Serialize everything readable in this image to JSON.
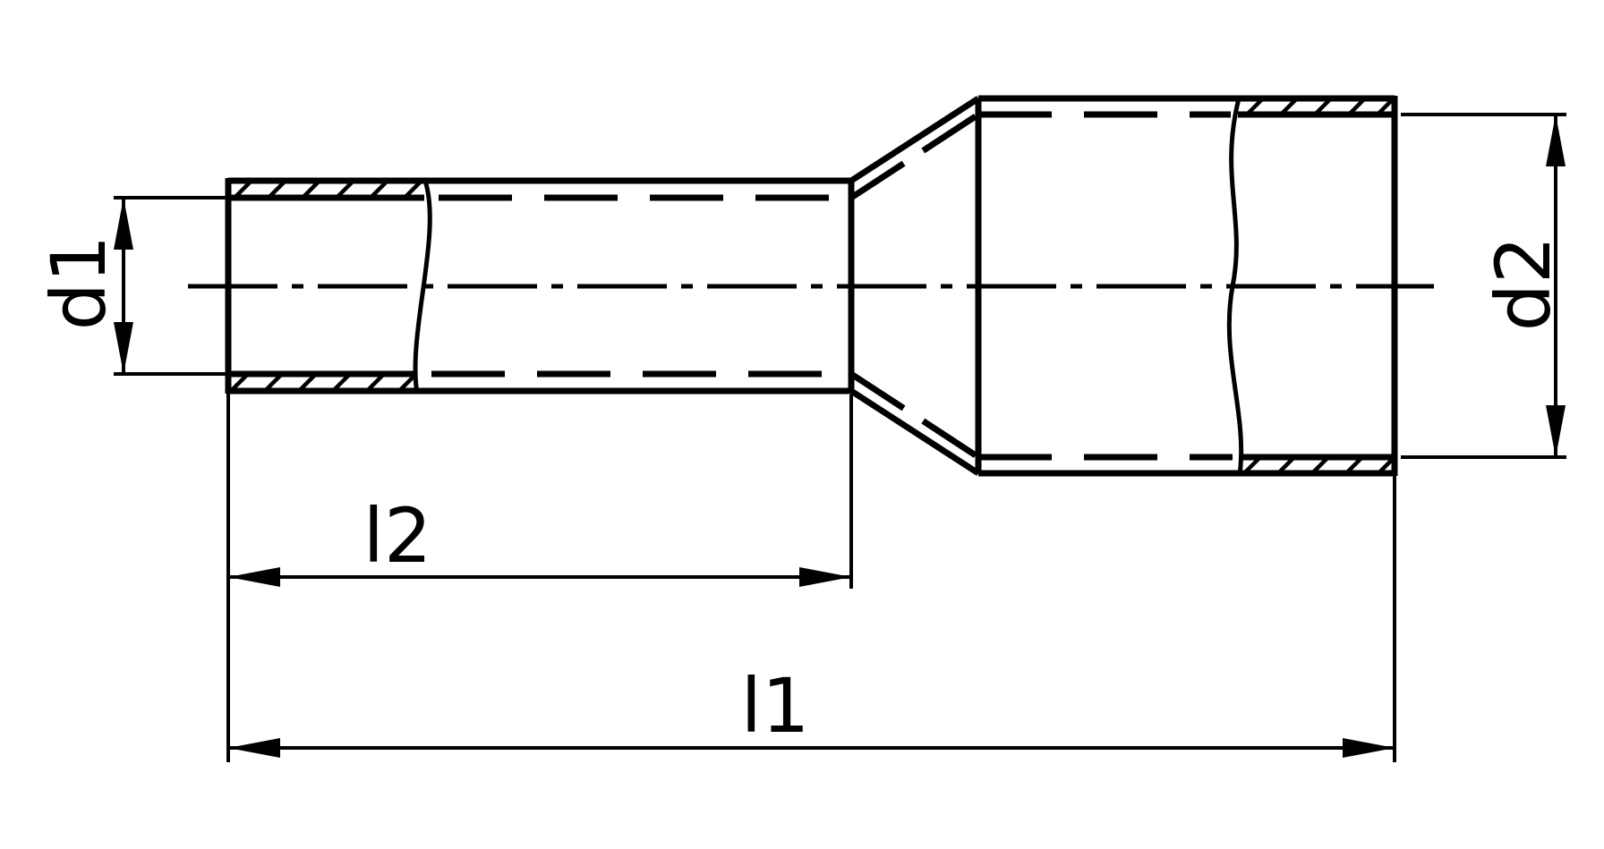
{
  "drawing": {
    "type": "technical-drawing",
    "subject": "ferrule-cross-section",
    "background_color": "#ffffff",
    "line_color": "#000000",
    "labels": {
      "d1": "d1",
      "d2": "d2",
      "l1": "l1",
      "l2": "l2"
    }
  }
}
